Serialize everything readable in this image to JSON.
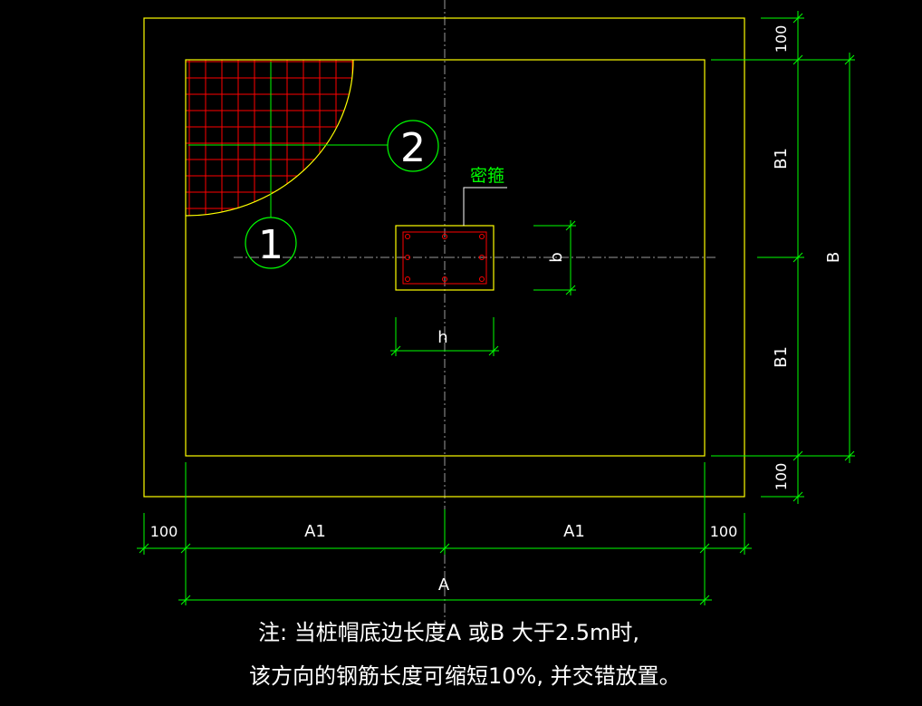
{
  "labels": {
    "circle_1": "1",
    "circle_2": "2",
    "stirrup": "密箍",
    "dim_b": "b",
    "dim_h": "h",
    "dim_B1_top": "B1",
    "dim_B1_bottom": "B1",
    "dim_B": "B",
    "dim_100_top": "100",
    "dim_100_bottom": "100",
    "dim_100_left": "100",
    "dim_A1_left": "A1",
    "dim_A1_right": "A1",
    "dim_100_right": "100",
    "dim_A": "A"
  },
  "note": {
    "line1": "注: 当桩帽底边长度A 或B 大于2.5m时,",
    "line2": "该方向的钢筋长度可缩短10%, 并交错放置。"
  },
  "colors": {
    "background": "#000000",
    "outline": "#ffff00",
    "dimension": "#00ff00",
    "rebar": "#ff0000",
    "text": "#ffffff",
    "centerline": "#9a9a9a"
  }
}
